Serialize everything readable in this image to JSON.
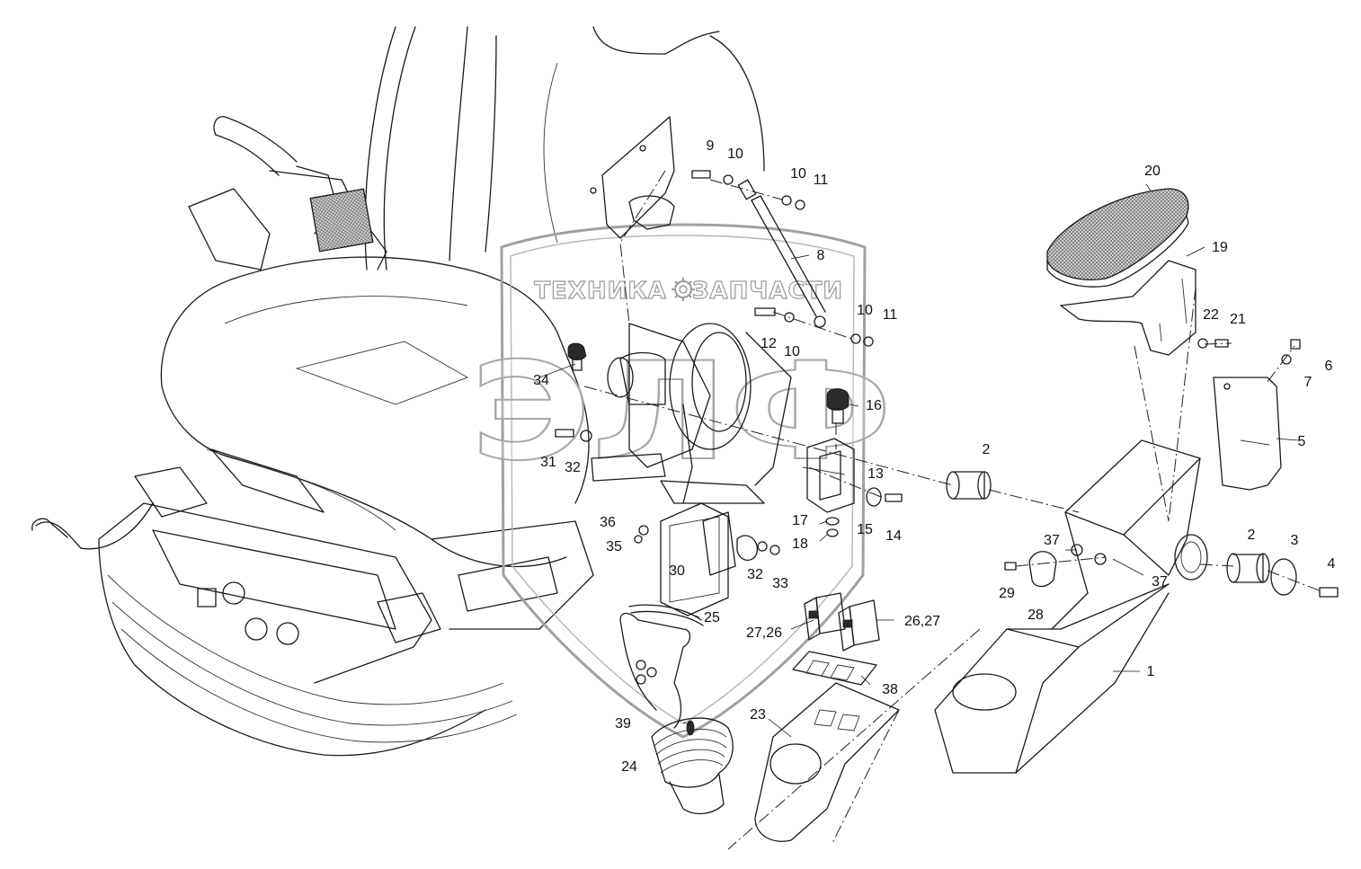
{
  "watermark": {
    "left_text": "ТЕХНИКА",
    "right_text": "ЗАПЧАСТИ",
    "logo": "ЭЛФ",
    "gear_icon": "gear-icon"
  },
  "callouts": [
    "1",
    "2",
    "2",
    "3",
    "4",
    "5",
    "6",
    "7",
    "8",
    "9",
    "10",
    "10",
    "10",
    "10",
    "11",
    "11",
    "12",
    "13",
    "14",
    "15",
    "16",
    "17",
    "18",
    "19",
    "20",
    "21",
    "22",
    "23",
    "24",
    "25",
    "26,27",
    "27,26",
    "28",
    "29",
    "30",
    "31",
    "32",
    "32",
    "33",
    "34",
    "35",
    "36",
    "37",
    "37",
    "38",
    "39"
  ]
}
